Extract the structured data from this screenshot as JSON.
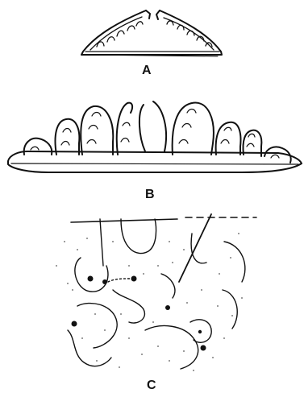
{
  "figure": {
    "panels": [
      {
        "label": "A"
      },
      {
        "label": "B"
      },
      {
        "label": "C"
      }
    ]
  },
  "colors": {
    "ink": "#111111",
    "paper": "#ffffff"
  }
}
